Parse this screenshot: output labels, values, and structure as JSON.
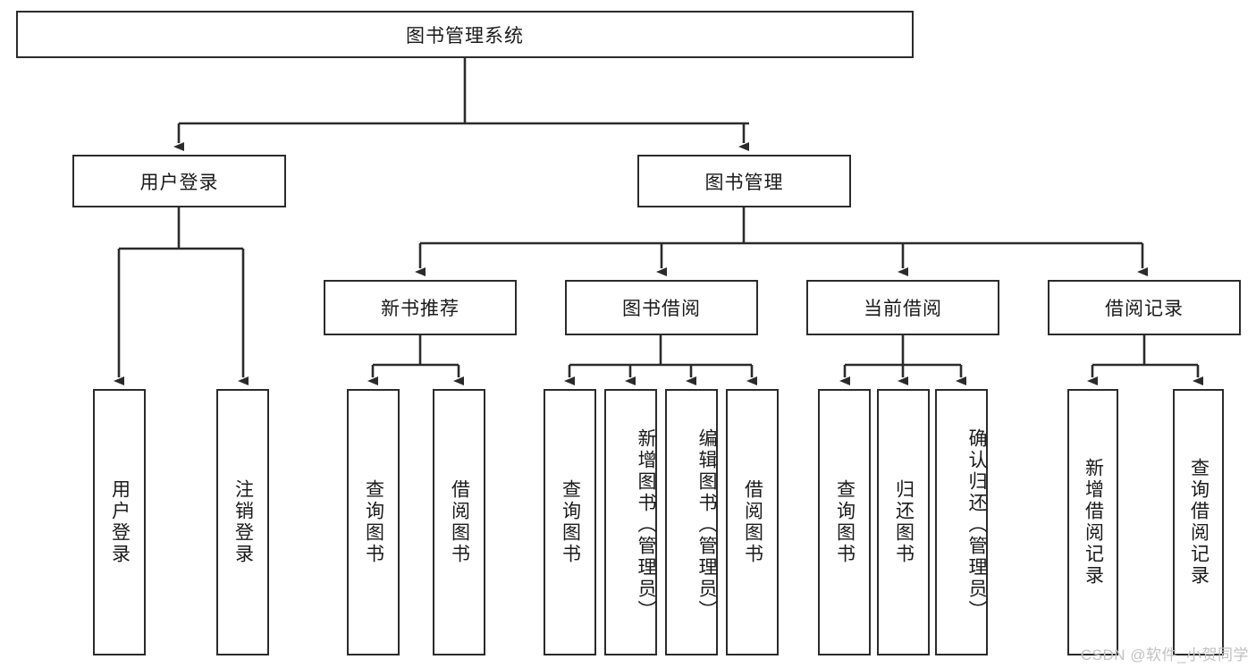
{
  "diagram": {
    "title": "图书管理系统",
    "type": "hierarchy-tree",
    "root": {
      "label": "图书管理系统"
    },
    "level1": [
      {
        "label": "用户登录"
      },
      {
        "label": "图书管理"
      }
    ],
    "level2": [
      {
        "label": "新书推荐"
      },
      {
        "label": "图书借阅"
      },
      {
        "label": "当前借阅"
      },
      {
        "label": "借阅记录"
      }
    ],
    "leaves": {
      "user_login": [
        {
          "label": "用户登录"
        },
        {
          "label": "注销登录"
        }
      ],
      "new_book_recommend": [
        {
          "label": "查询图书"
        },
        {
          "label": "借阅图书"
        }
      ],
      "book_borrow": [
        {
          "label": "查询图书"
        },
        {
          "label": "新增图书（管理员）"
        },
        {
          "label": "编辑图书（管理员）"
        },
        {
          "label": "借阅图书"
        }
      ],
      "current_borrow": [
        {
          "label": "查询图书"
        },
        {
          "label": "归还图书"
        },
        {
          "label": "确认归还（管理员）"
        }
      ],
      "borrow_record": [
        {
          "label": "新增借阅记录"
        },
        {
          "label": "查询借阅记录"
        }
      ]
    }
  },
  "watermark": {
    "text": "CSDN @软件_小贺同学"
  },
  "colors": {
    "border": "#2b2b2b",
    "background": "#ffffff",
    "text": "#1a1a1a",
    "watermark": "#c2c2c2"
  }
}
